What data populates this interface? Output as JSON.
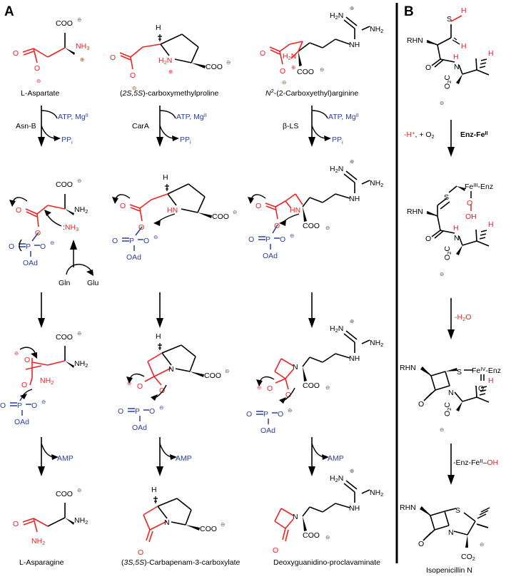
{
  "figure": {
    "type": "reaction-scheme",
    "panels": [
      "A",
      "B"
    ],
    "panelA_label": "A",
    "panelB_label": "B"
  },
  "panelA": {
    "columns": [
      {
        "id": "asparagine-pathway",
        "substrate_name": "L-Aspartate",
        "product_name": "L-Asparagine",
        "enzyme": "Asn-B",
        "step1_cosubstrate": "ATP, Mg",
        "step1_cosubstrate_sup": "II",
        "step1_byproduct": "PP",
        "step1_byproduct_sub": "i",
        "step3_byproduct": "AMP",
        "amine_source_in": "Gln",
        "amine_source_out": "Glu",
        "nucleophile": ":NH",
        "nucleophile_sub": "3",
        "adenylate_label": "OAd",
        "phosphorus": "P",
        "carboxylate": "COO",
        "amine_free": "NH",
        "amine_free_sub": "2",
        "amine_cation": "NH",
        "amine_cation_sub": "3"
      },
      {
        "id": "carbapenam-pathway",
        "substrate_name": "(2S,5S)-carboxymethylproline",
        "substrate_name_parts": [
          "(",
          "2S,5S",
          ")-carboxymethylproline"
        ],
        "product_name": "(3S,5S)-Carbapenam-3-carboxylate",
        "product_name_parts": [
          "(",
          "3S,5S",
          ")-Carbapenam-3-carboxylate"
        ],
        "enzyme": "CarA",
        "step1_cosubstrate": "ATP, Mg",
        "step1_cosubstrate_sup": "II",
        "step1_byproduct": "PP",
        "step1_byproduct_sub": "i",
        "step3_byproduct": "AMP",
        "adenylate_label": "OAd",
        "phosphorus": "P",
        "carboxylate": "COO",
        "ring_nitrogen": "N",
        "ring_NH": "HN",
        "stereo_H": "H"
      },
      {
        "id": "clavam-pathway",
        "substrate_name": "N2-(2-Carboxyethyl)arginine",
        "substrate_name_parts": [
          "N",
          "2",
          "-(2-Carboxyethyl)arginine"
        ],
        "product_name": "Deoxyguanidino-proclavaminate",
        "enzyme": "β-LS",
        "step1_cosubstrate": "ATP, Mg",
        "step1_cosubstrate_sup": "II",
        "step1_byproduct": "PP",
        "step1_byproduct_sub": "i",
        "step3_byproduct": "AMP",
        "adenylate_label": "OAd",
        "phosphorus": "P",
        "carboxylate": "COO",
        "guanidine_H2N": "H",
        "guanidine_H2N_sub": "2",
        "guanidine_N": "N",
        "guanidine_NH2": "NH",
        "guanidine_NH2_sub": "2",
        "guanidine_NH": "NH",
        "ring_nitrogen": "N",
        "ring_NH": "HN"
      }
    ]
  },
  "panelB": {
    "substrate_name": "",
    "product_name": "Isopenicillin N",
    "steps": [
      {
        "label_left": "-H",
        "label_left_sup": "+",
        "label_left_rest": ", + O",
        "label_left_sub": "2",
        "label_right": "Enz-Fe",
        "label_right_sup": "II"
      },
      {
        "label": "-H",
        "label_sub": "2",
        "label_rest": "O"
      },
      {
        "label": "-Enz-Fe",
        "label_sup": "II",
        "label_rest": "–OH"
      }
    ],
    "atoms": {
      "RHN": "RHN",
      "S": "S",
      "H": "H",
      "N": "N",
      "O": "O",
      "CO2": "CO",
      "CO2_sub": "2",
      "O2C": "O",
      "O2C_sub": "2",
      "O2C_rest": "C",
      "FeIII_Enz": "Fe",
      "FeIII_sup": "III",
      "FeIII_rest": "-Enz",
      "FeIV_Enz": "Fe",
      "FeIV_sup": "IV",
      "FeIV_rest": "-Enz",
      "OH": "OH"
    }
  },
  "colors": {
    "red": "#ee2222",
    "blue": "#2b3f9e",
    "black": "#000000",
    "grey": "#555555",
    "background": "#ffffff"
  }
}
